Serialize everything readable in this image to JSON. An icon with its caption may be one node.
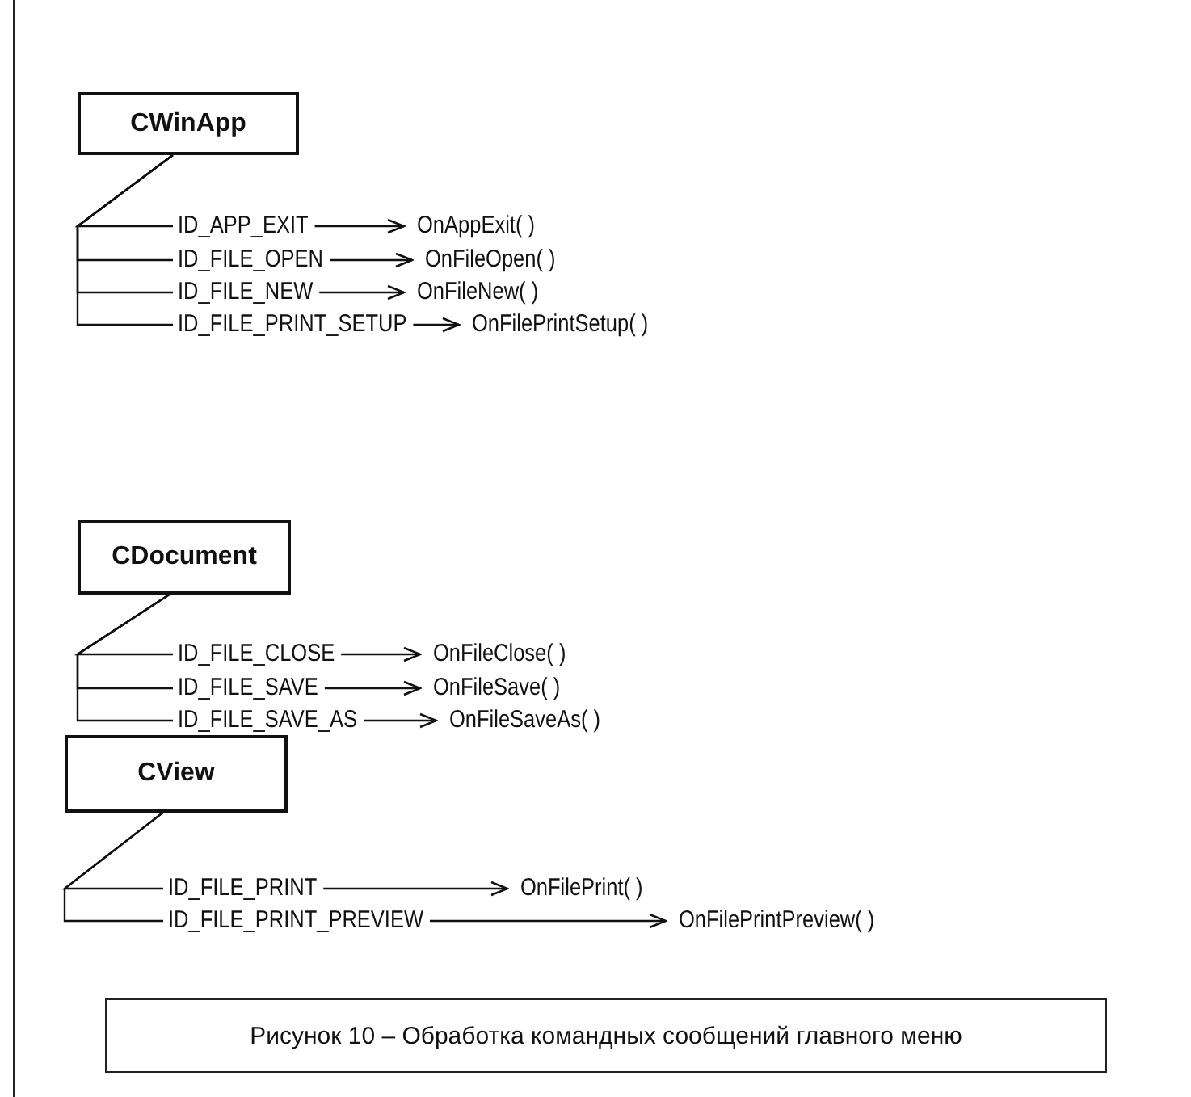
{
  "diagram": {
    "caption": "Рисунок 10 – Обработка командных сообщений главного меню",
    "nodes": [
      {
        "text": [
          "CWinApp"
        ]
      },
      {
        "text": [
          "ID_APP_EXIT"
        ]
      },
      {
        "text": [
          "OnAppExit( )"
        ]
      },
      {
        "text": [
          "ID_FILE_OPEN"
        ]
      },
      {
        "text": [
          "OnFileOpen( )"
        ]
      },
      {
        "text": [
          "ID_FILE_NEW"
        ]
      },
      {
        "text": [
          "OnFileNew( )"
        ]
      },
      {
        "text": [
          "ID_FILE_PRINT_SETUP"
        ]
      },
      {
        "text": [
          "OnFilePrintSetup( )"
        ]
      },
      {
        "text": [
          "CDocument"
        ]
      },
      {
        "text": [
          "ID_FILE_CLOSE"
        ]
      },
      {
        "text": [
          "OnFileClose( )"
        ]
      },
      {
        "text": [
          "ID_FILE_SAVE"
        ]
      },
      {
        "text": [
          "OnFileSave( )"
        ]
      },
      {
        "text": [
          "ID_FILE_SAVE_AS"
        ]
      },
      {
        "text": [
          "OnFileSaveAs( )"
        ]
      },
      {
        "text": [
          "CView"
        ]
      },
      {
        "text": [
          "ID_FILE_PRINT"
        ]
      },
      {
        "text": [
          "OnFilePrint( )"
        ]
      },
      {
        "text": [
          "ID_FILE_PRINT_PREVIEW"
        ]
      },
      {
        "text": [
          "OnFilePrintPreview( )"
        ]
      }
    ],
    "edges": [
      {
        "from": 0,
        "to": 1,
        "arrow": "none"
      },
      {
        "from": 1,
        "to": 2,
        "arrow": "to"
      },
      {
        "from": 0,
        "to": 3,
        "arrow": "none"
      },
      {
        "from": 3,
        "to": 4,
        "arrow": "to"
      },
      {
        "from": 0,
        "to": 5,
        "arrow": "none"
      },
      {
        "from": 5,
        "to": 6,
        "arrow": "to"
      },
      {
        "from": 0,
        "to": 7,
        "arrow": "none"
      },
      {
        "from": 7,
        "to": 8,
        "arrow": "to"
      },
      {
        "from": 9,
        "to": 10,
        "arrow": "none"
      },
      {
        "from": 10,
        "to": 11,
        "arrow": "to"
      },
      {
        "from": 9,
        "to": 12,
        "arrow": "none"
      },
      {
        "from": 12,
        "to": 13,
        "arrow": "to"
      },
      {
        "from": 9,
        "to": 14,
        "arrow": "none"
      },
      {
        "from": 14,
        "to": 15,
        "arrow": "to"
      },
      {
        "from": 16,
        "to": 17,
        "arrow": "none"
      },
      {
        "from": 17,
        "to": 18,
        "arrow": "to"
      },
      {
        "from": 16,
        "to": 19,
        "arrow": "none"
      },
      {
        "from": 19,
        "to": 20,
        "arrow": "to"
      }
    ]
  }
}
